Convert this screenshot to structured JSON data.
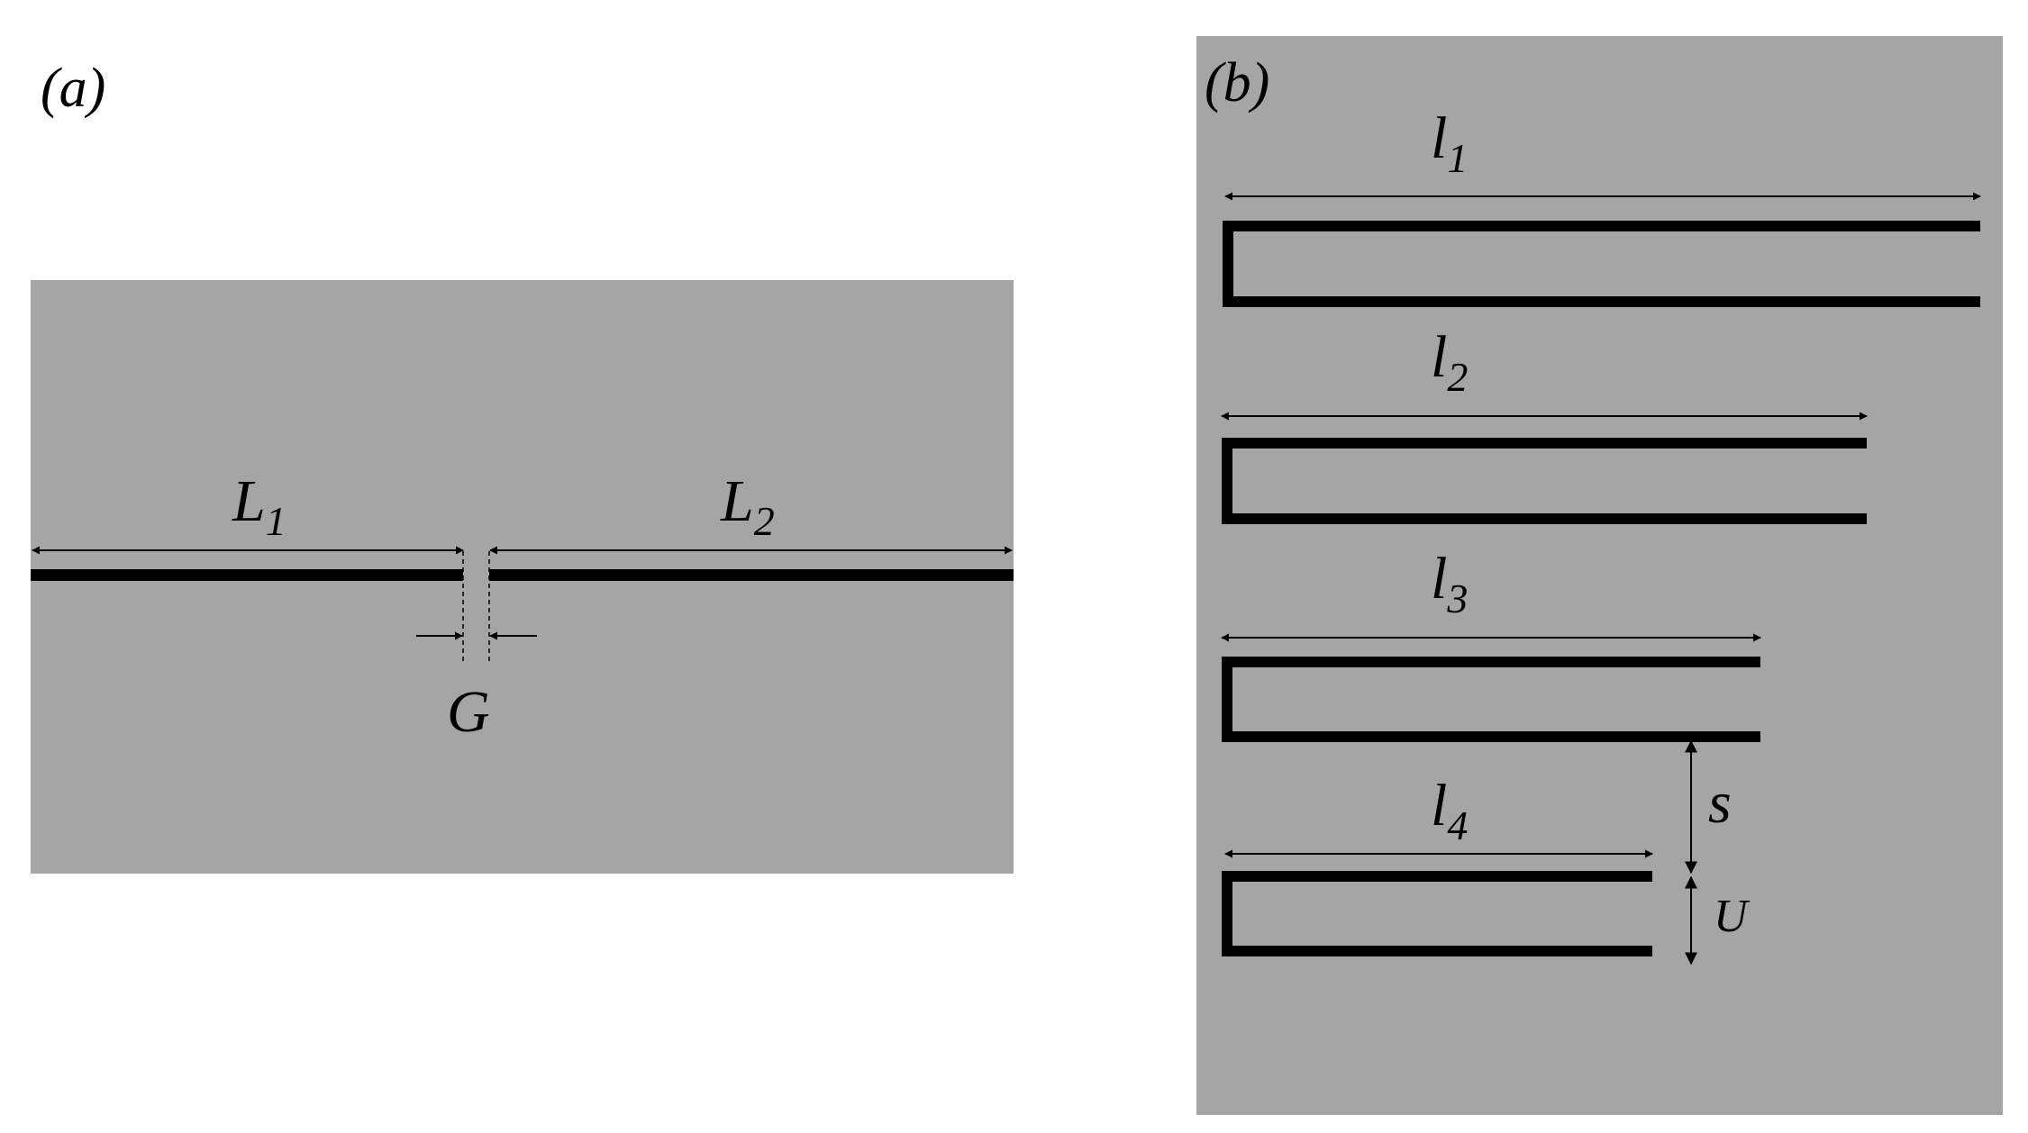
{
  "panel_a": {
    "panel_label": "(a)",
    "length_1": {
      "main": "L",
      "sub": "1"
    },
    "length_2": {
      "main": "L",
      "sub": "2"
    },
    "gap": "G"
  },
  "panel_b": {
    "panel_label": "(b)",
    "resonators": [
      {
        "main": "l",
        "sub": "1"
      },
      {
        "main": "l",
        "sub": "2"
      },
      {
        "main": "l",
        "sub": "3"
      },
      {
        "main": "l",
        "sub": "4"
      }
    ],
    "spacing": "s",
    "width": "U"
  },
  "colors": {
    "substrate": "#a5a5a5",
    "conductor": "#000000",
    "background": "#ffffff"
  }
}
